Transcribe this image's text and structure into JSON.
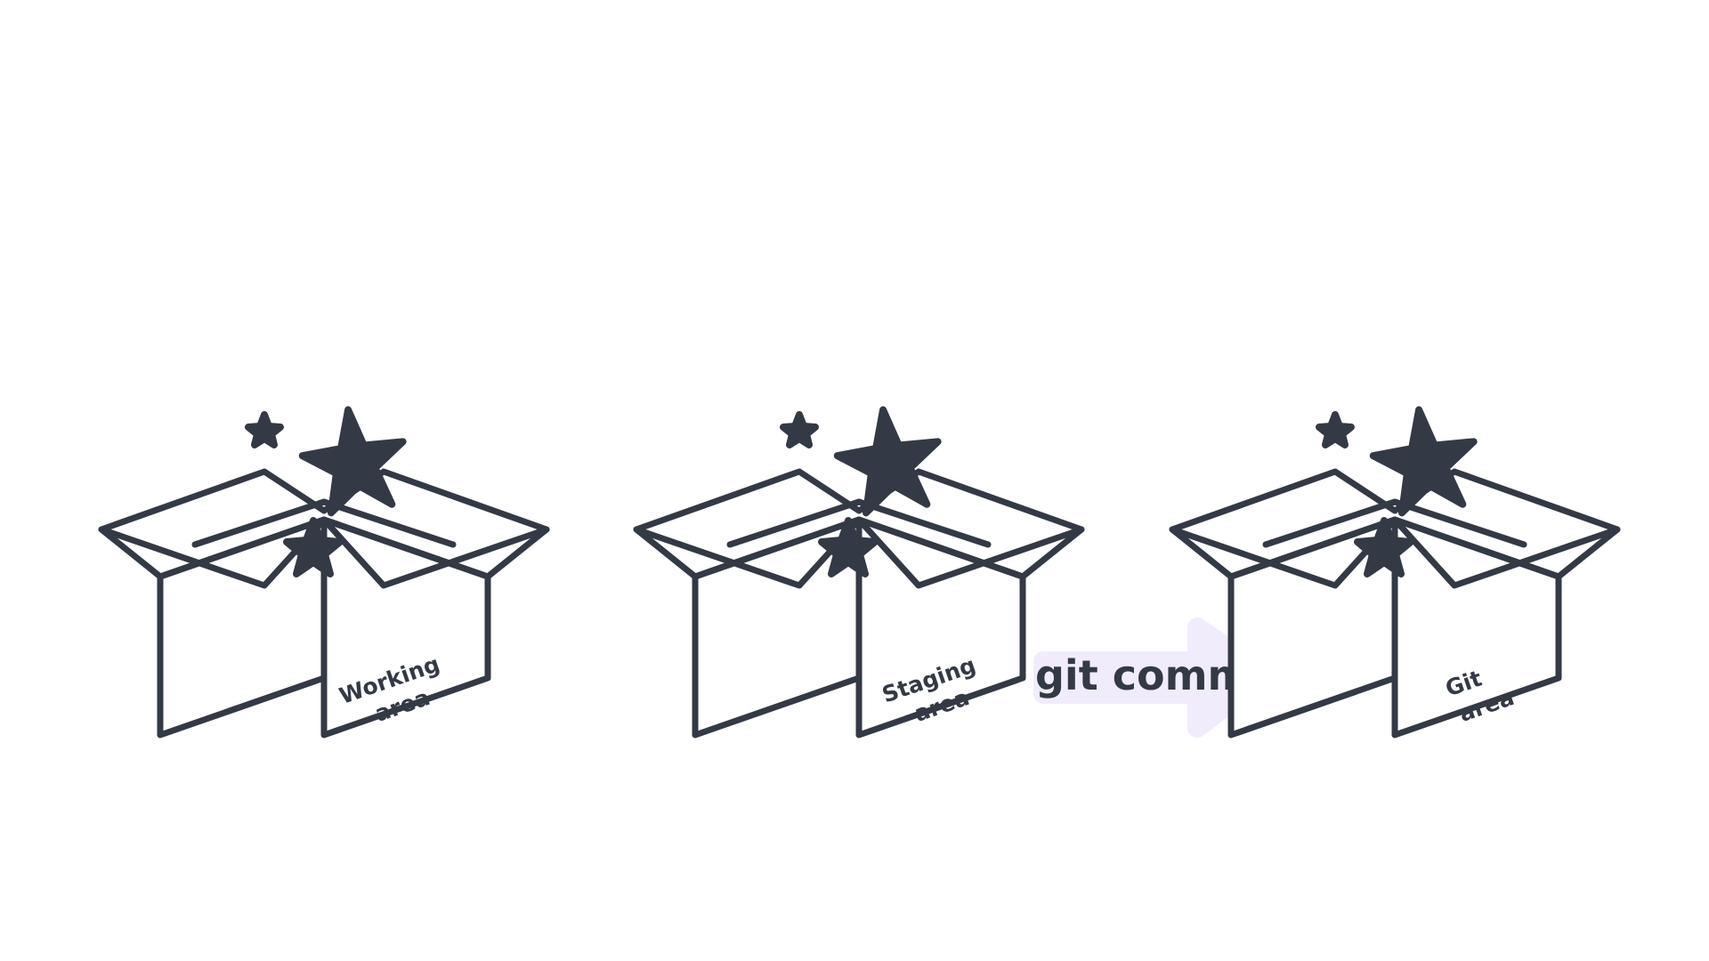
{
  "diagram": {
    "boxes": [
      {
        "line1": "Working",
        "line2": "area"
      },
      {
        "line1": "Staging",
        "line2": "area"
      },
      {
        "line1": "Git",
        "line2": "area"
      }
    ],
    "arrow": {
      "label": "git commit",
      "fill_color": "#f1ecfc"
    },
    "colors": {
      "ink": "#333a45",
      "background": "#ffffff"
    },
    "icons": [
      "open-box-icon",
      "star-icon"
    ]
  }
}
